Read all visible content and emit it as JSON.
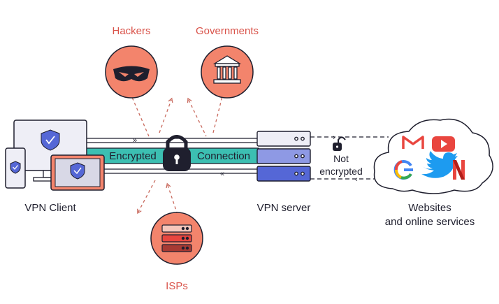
{
  "labels": {
    "hackers": "Hackers",
    "governments": "Governments",
    "isps": "ISPs",
    "encrypted": "Encrypted",
    "connection": "Connection",
    "vpn_client": "VPN Client",
    "vpn_server": "VPN server",
    "not": "Not",
    "encrypted_2": "encrypted",
    "websites_line1": "Websites",
    "websites_line2": "and online services"
  },
  "colors": {
    "threat_fill": "#f3846c",
    "threat_label": "#d9534a",
    "tunnel": "#3cbfb2",
    "server_blue": "#6f7cd8",
    "outline": "#1f1f2e"
  },
  "icons": {
    "hackers": "hacker-mask-icon",
    "governments": "government-building-icon",
    "isps": "server-rack-icon",
    "lock": "padlock-icon",
    "unlock": "open-padlock-icon",
    "services": [
      "gmail-icon",
      "youtube-icon",
      "google-icon",
      "twitter-icon",
      "netflix-icon"
    ]
  }
}
